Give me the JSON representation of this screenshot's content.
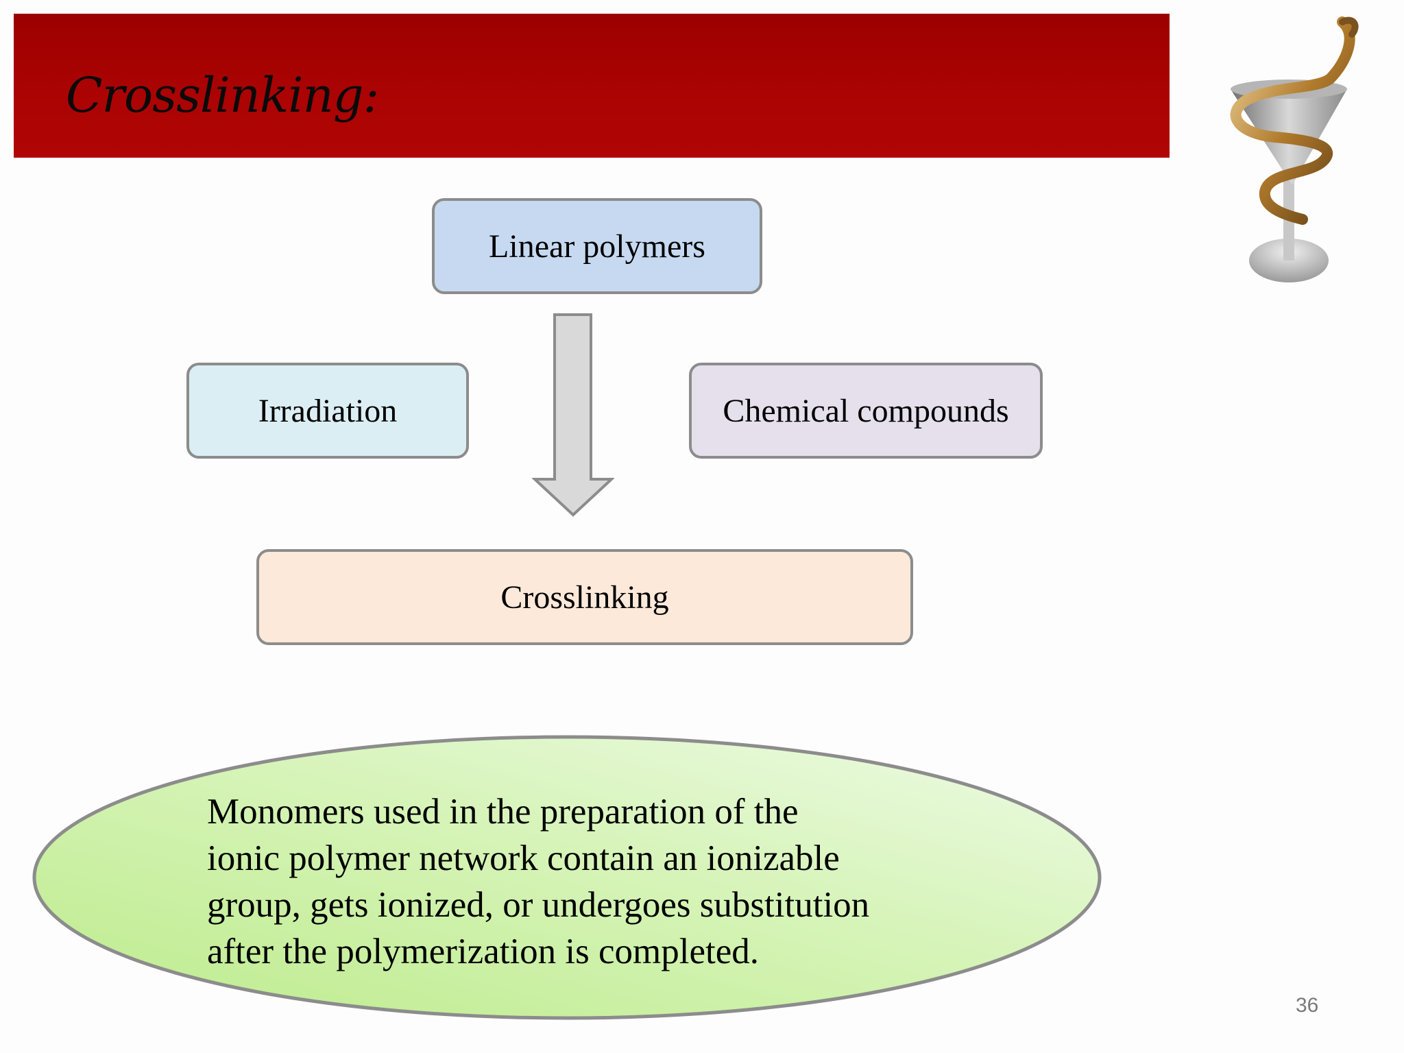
{
  "slide": {
    "title": "Crosslinking:",
    "page_number": "36"
  },
  "diagram": {
    "top_box": "Linear polymers",
    "left_box": "Irradiation",
    "right_box": "Chemical compounds",
    "bottom_box": "Crosslinking"
  },
  "note": {
    "lines": [
      "Monomers used in the preparation of the",
      "ionic polymer network contain an ionizable",
      "group, gets ionized, or undergoes substitution",
      "after the polymerization is completed."
    ]
  },
  "colors": {
    "title_bar": "#a80303",
    "top_box": "#c6d9f0",
    "left_box": "#dbeef3",
    "right_box": "#e5e0ec",
    "bottom_box": "#fde9d9",
    "ellipse_left": "#c2ef94",
    "ellipse_right": "#eaf8e0",
    "arrow": "#d9d9d9",
    "border": "#8c8c8c"
  },
  "icons": {
    "logo": "pharmacy-bowl-of-hygieia-icon"
  }
}
